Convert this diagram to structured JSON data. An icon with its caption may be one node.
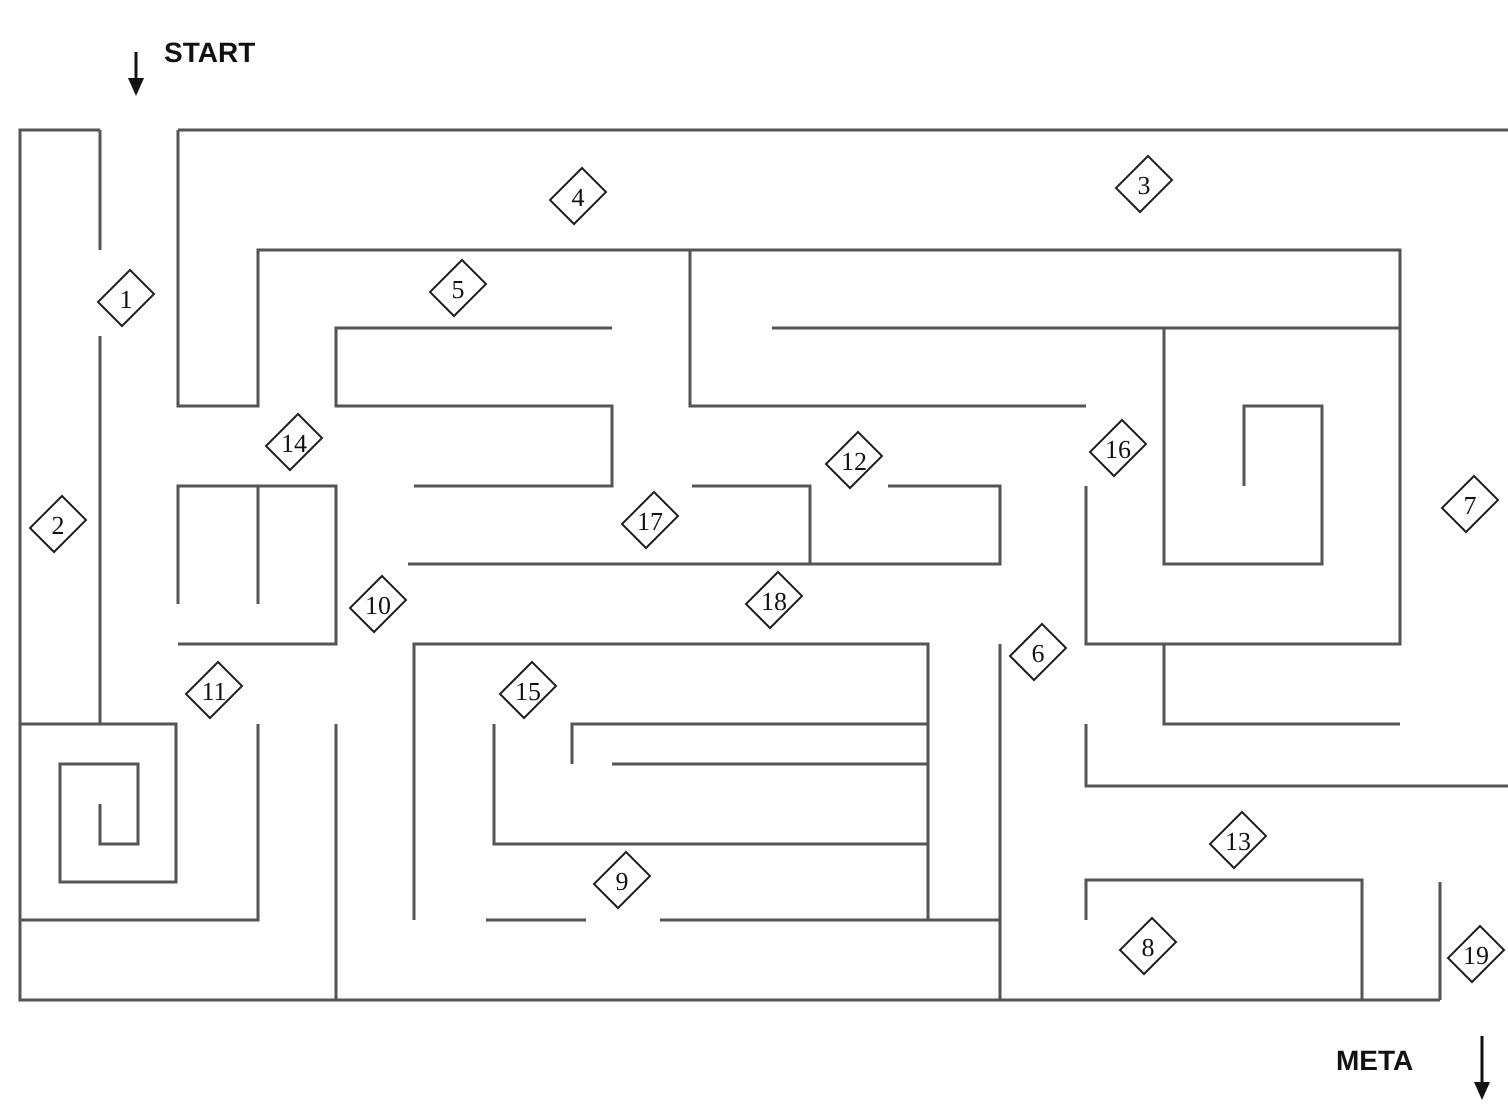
{
  "diagram": {
    "nodes": [
      {
        "text": [
          "1"
        ]
      },
      {
        "text": [
          "2"
        ]
      },
      {
        "text": [
          "3"
        ]
      },
      {
        "text": [
          "4"
        ]
      },
      {
        "text": [
          "5"
        ]
      },
      {
        "text": [
          "6"
        ]
      },
      {
        "text": [
          "7"
        ]
      },
      {
        "text": [
          "8"
        ]
      },
      {
        "text": [
          "9"
        ]
      },
      {
        "text": [
          "10"
        ]
      },
      {
        "text": [
          "11"
        ]
      },
      {
        "text": [
          "12"
        ]
      },
      {
        "text": [
          "13"
        ]
      },
      {
        "text": [
          "14"
        ]
      },
      {
        "text": [
          "15"
        ]
      },
      {
        "text": [
          "16"
        ]
      },
      {
        "text": [
          "17"
        ]
      },
      {
        "text": [
          "18"
        ]
      },
      {
        "text": [
          "19"
        ]
      }
    ],
    "labels": [
      "START",
      "META"
    ]
  }
}
